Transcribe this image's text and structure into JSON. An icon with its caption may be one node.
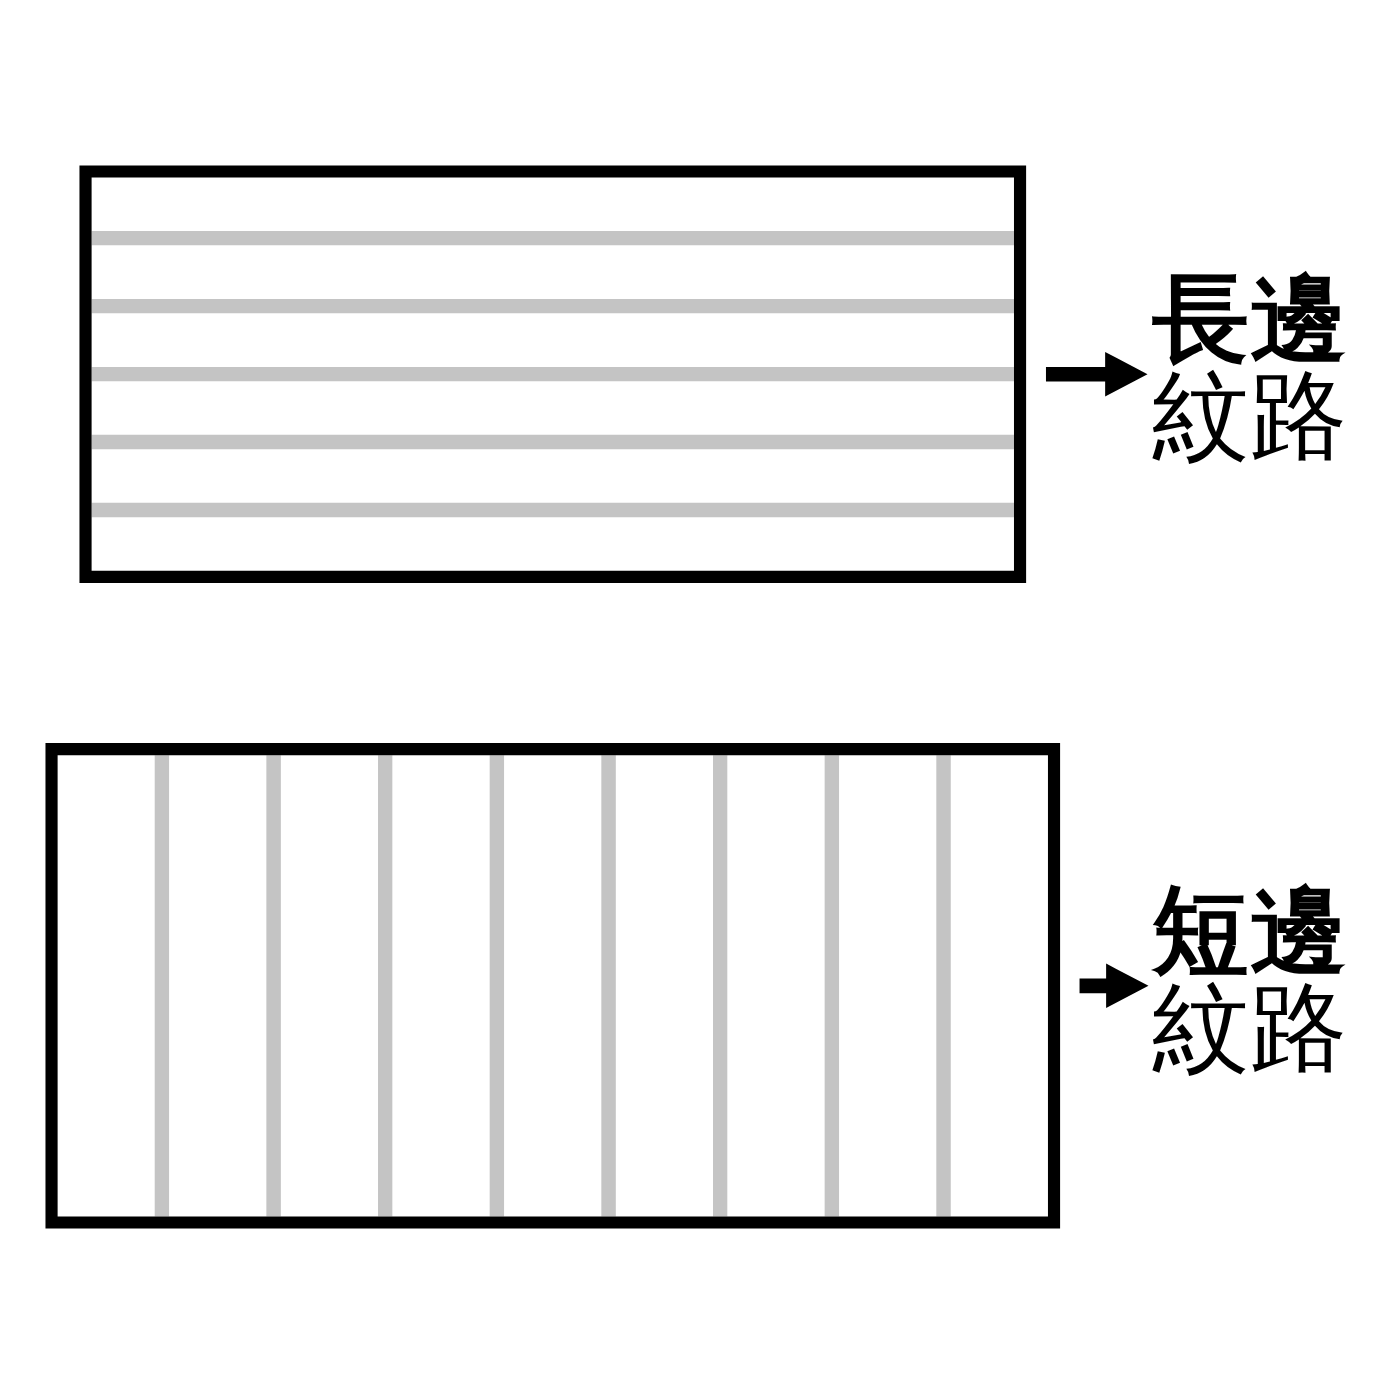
{
  "diagram": {
    "nodes": [
      {
        "text": [],
        "shape": "box"
      },
      {
        "text": [
          "長邊",
          "紋路"
        ]
      },
      {
        "text": [],
        "shape": "box"
      },
      {
        "text": [
          "短邊",
          "紋路"
        ]
      }
    ],
    "edges": [
      {
        "from": 0,
        "to": 1,
        "arrow": "to"
      },
      {
        "from": 2,
        "to": 3,
        "arrow": "to"
      }
    ]
  }
}
